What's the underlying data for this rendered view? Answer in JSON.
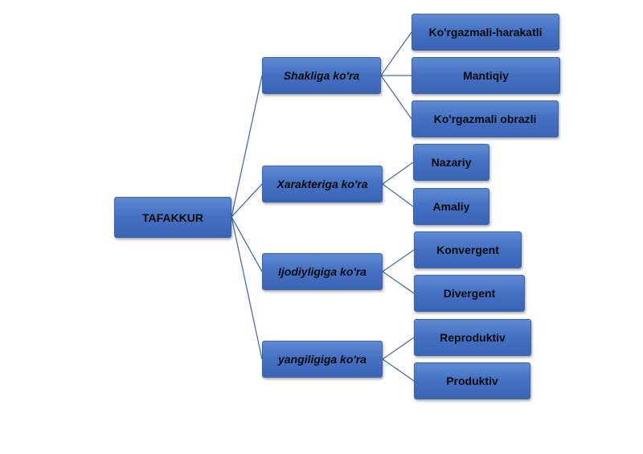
{
  "root": {
    "label": "TAFAKKUR"
  },
  "groups": [
    {
      "label": "Shakliga ko'ra",
      "children": [
        "Ko'rgazmali-harakatli",
        "Mantiqiy",
        "Ko'rgazmali obrazli"
      ]
    },
    {
      "label": "Xarakteriga ko'ra",
      "children": [
        "Nazariy",
        "Amaliy"
      ]
    },
    {
      "label": "Ijodiyligiga ko'ra",
      "children": [
        "Konvergent",
        "Divergent"
      ]
    },
    {
      "label": "yangiligiga ko'ra",
      "children": [
        "Reproduktiv",
        "Produktiv"
      ]
    }
  ],
  "colors": {
    "box_fill": "#4a76c6",
    "box_border": "#3f63a6",
    "connector": "#4a6fb0",
    "text": "#0a0a0a"
  }
}
